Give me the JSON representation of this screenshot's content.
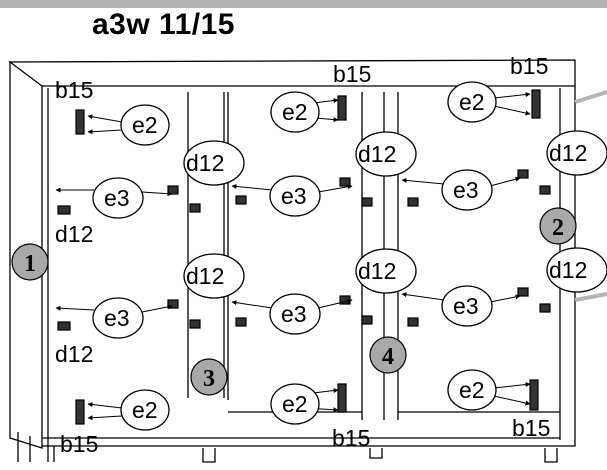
{
  "title": "a3w 11/15",
  "part_numbers": [
    "1",
    "2",
    "3",
    "4"
  ],
  "fittings": {
    "b15": "b15",
    "e2": "e2",
    "e3": "e3",
    "d12": "d12"
  },
  "colors": {
    "header_bar": "#b4b4b4",
    "part_marker": "#a9a9a9",
    "outline": "#000000"
  }
}
